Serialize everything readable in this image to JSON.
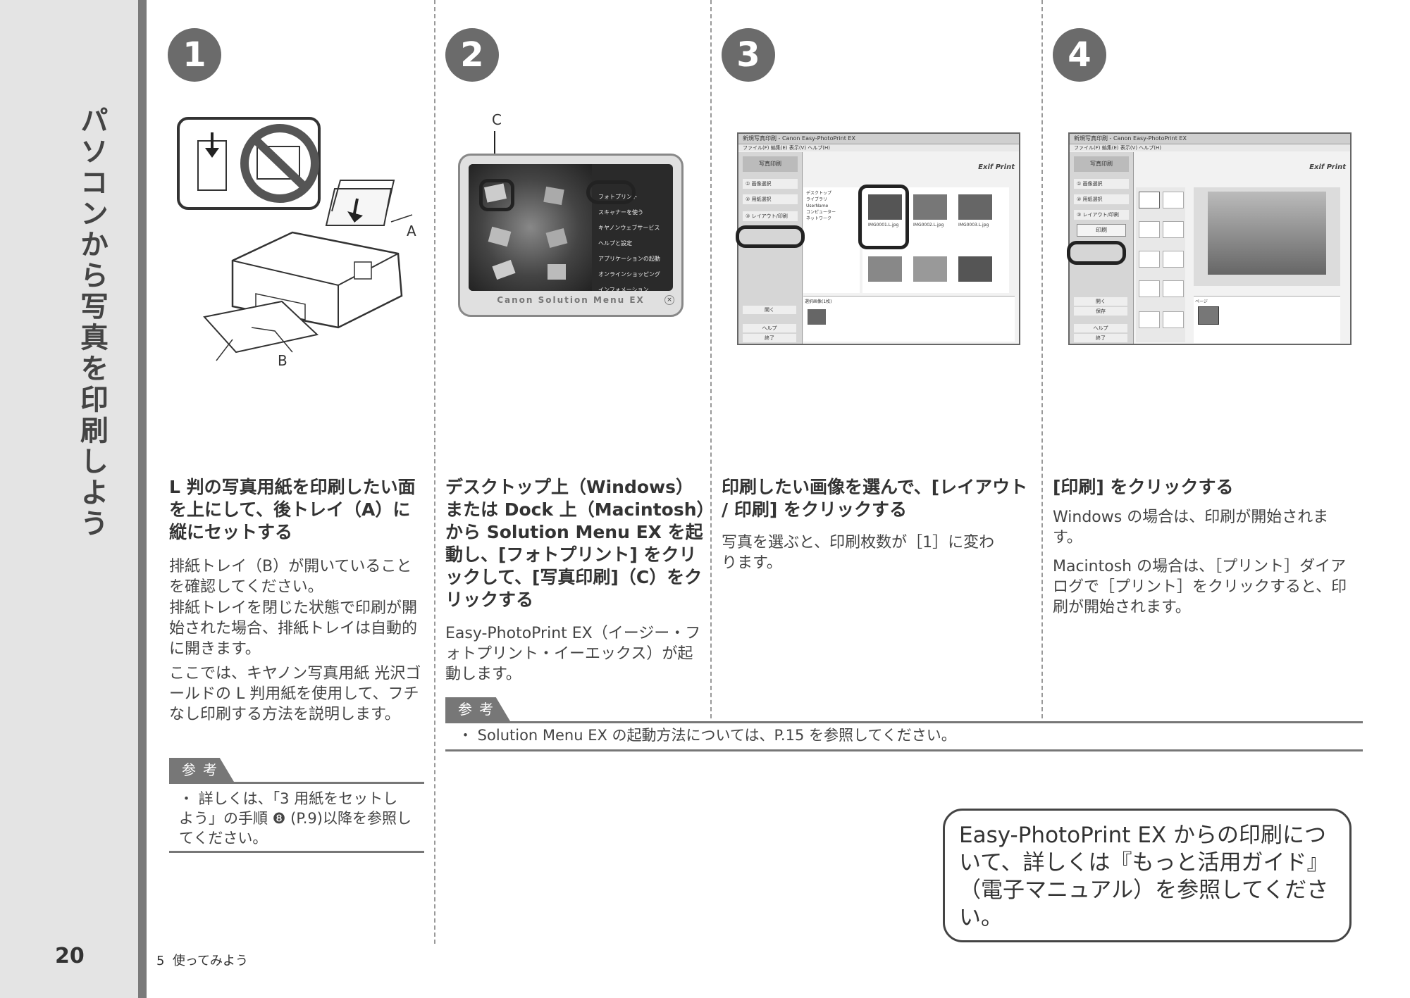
{
  "sidebar": {
    "title": "パソコンから写真を印刷しよう",
    "page_number": "20"
  },
  "footer": {
    "section": "5",
    "label": "使ってみよう"
  },
  "steps": [
    {
      "number": "1",
      "heading": "L 判の写真用紙を印刷したい面を上にして、後トレイ（A）に縦にセットする",
      "body": [
        "排紙トレイ（B）が開いていることを確認してください。",
        "排紙トレイを閉じた状態で印刷が開始された場合、排紙トレイは自動的に開きます。",
        "ここでは、キヤノン写真用紙 光沢ゴールドの L 判用紙を使用して、フチなし印刷する方法を説明します。"
      ],
      "labels": {
        "a": "A",
        "b": "B"
      }
    },
    {
      "number": "2",
      "heading": "デスクトップ上（Windows）または Dock 上（Macintosh）から Solution Menu EX を起動し、[フォトプリント] をクリックして、[写真印刷]（C）をクリックする",
      "body": [
        "Easy-PhotoPrint EX（イージー・フォトプリント・イーエックス）が起動します。"
      ],
      "label_c": "C",
      "menu_items": [
        "フォトプリント",
        "スキャナーを使う",
        "キヤノンウェブサービス",
        "ヘルプと設定",
        "アプリケーションの起動",
        "オンラインショッピング",
        "インフォメーション"
      ],
      "brand": "Canon Solution Menu EX"
    },
    {
      "number": "3",
      "heading": "印刷したい画像を選んで、[レイアウト / 印刷] をクリックする",
      "body": [
        "写真を選ぶと、印刷枚数が［1］に変わります。"
      ],
      "window_title": "新規写真印刷 - Canon Easy-PhotoPrint EX",
      "menu": "ファイル(F)  編集(E)  表示(V)  ヘルプ(H)",
      "side_title": "写真印刷",
      "side_items": [
        "① 画像選択",
        "② 用紙選択",
        "③ レイアウト/印刷"
      ],
      "side_buttons": [
        "開く",
        "ヘルプ",
        "終了"
      ],
      "logo": "Exif Print",
      "selected_label": "選択画像(1枚)",
      "tree_items": [
        "デスクトップ",
        "ライブラリ",
        "UserName",
        "コンピューター",
        "ネットワーク"
      ],
      "file_names": [
        "IMG0001.L.jpg",
        "IMG0002.L.jpg",
        "IMG0003.L.jpg"
      ]
    },
    {
      "number": "4",
      "heading": "[印刷] をクリックする",
      "body": [
        "Windows の場合は、印刷が開始されます。",
        "Macintosh の場合は、［プリント］ダイアログで［プリント］をクリックすると、印刷が開始されます。"
      ],
      "window_title": "新規写真印刷 - Canon Easy-PhotoPrint EX",
      "menu": "ファイル(F)  編集(E)  表示(V)  ヘルプ(H)",
      "side_title": "写真印刷",
      "side_items": [
        "① 画像選択",
        "② 用紙選択",
        "③ レイアウト/印刷"
      ],
      "print_button": "印刷",
      "side_buttons": [
        "開く",
        "保存",
        "ヘルプ",
        "終了"
      ],
      "logo": "Exif Print",
      "page_label": "ページ"
    }
  ],
  "ref1": {
    "tab": "参考",
    "text": "・ 詳しくは、「3 用紙をセットしよう」の手順 ❽ (P.9)以降を参照してください。"
  },
  "ref2": {
    "tab": "参考",
    "text": "・ Solution Menu EX の起動方法については、P.15 を参照してください。"
  },
  "callout": "Easy-PhotoPrint EX からの印刷について、詳しくは『もっと活用ガイド』（電子マニュアル）を参照してください。"
}
